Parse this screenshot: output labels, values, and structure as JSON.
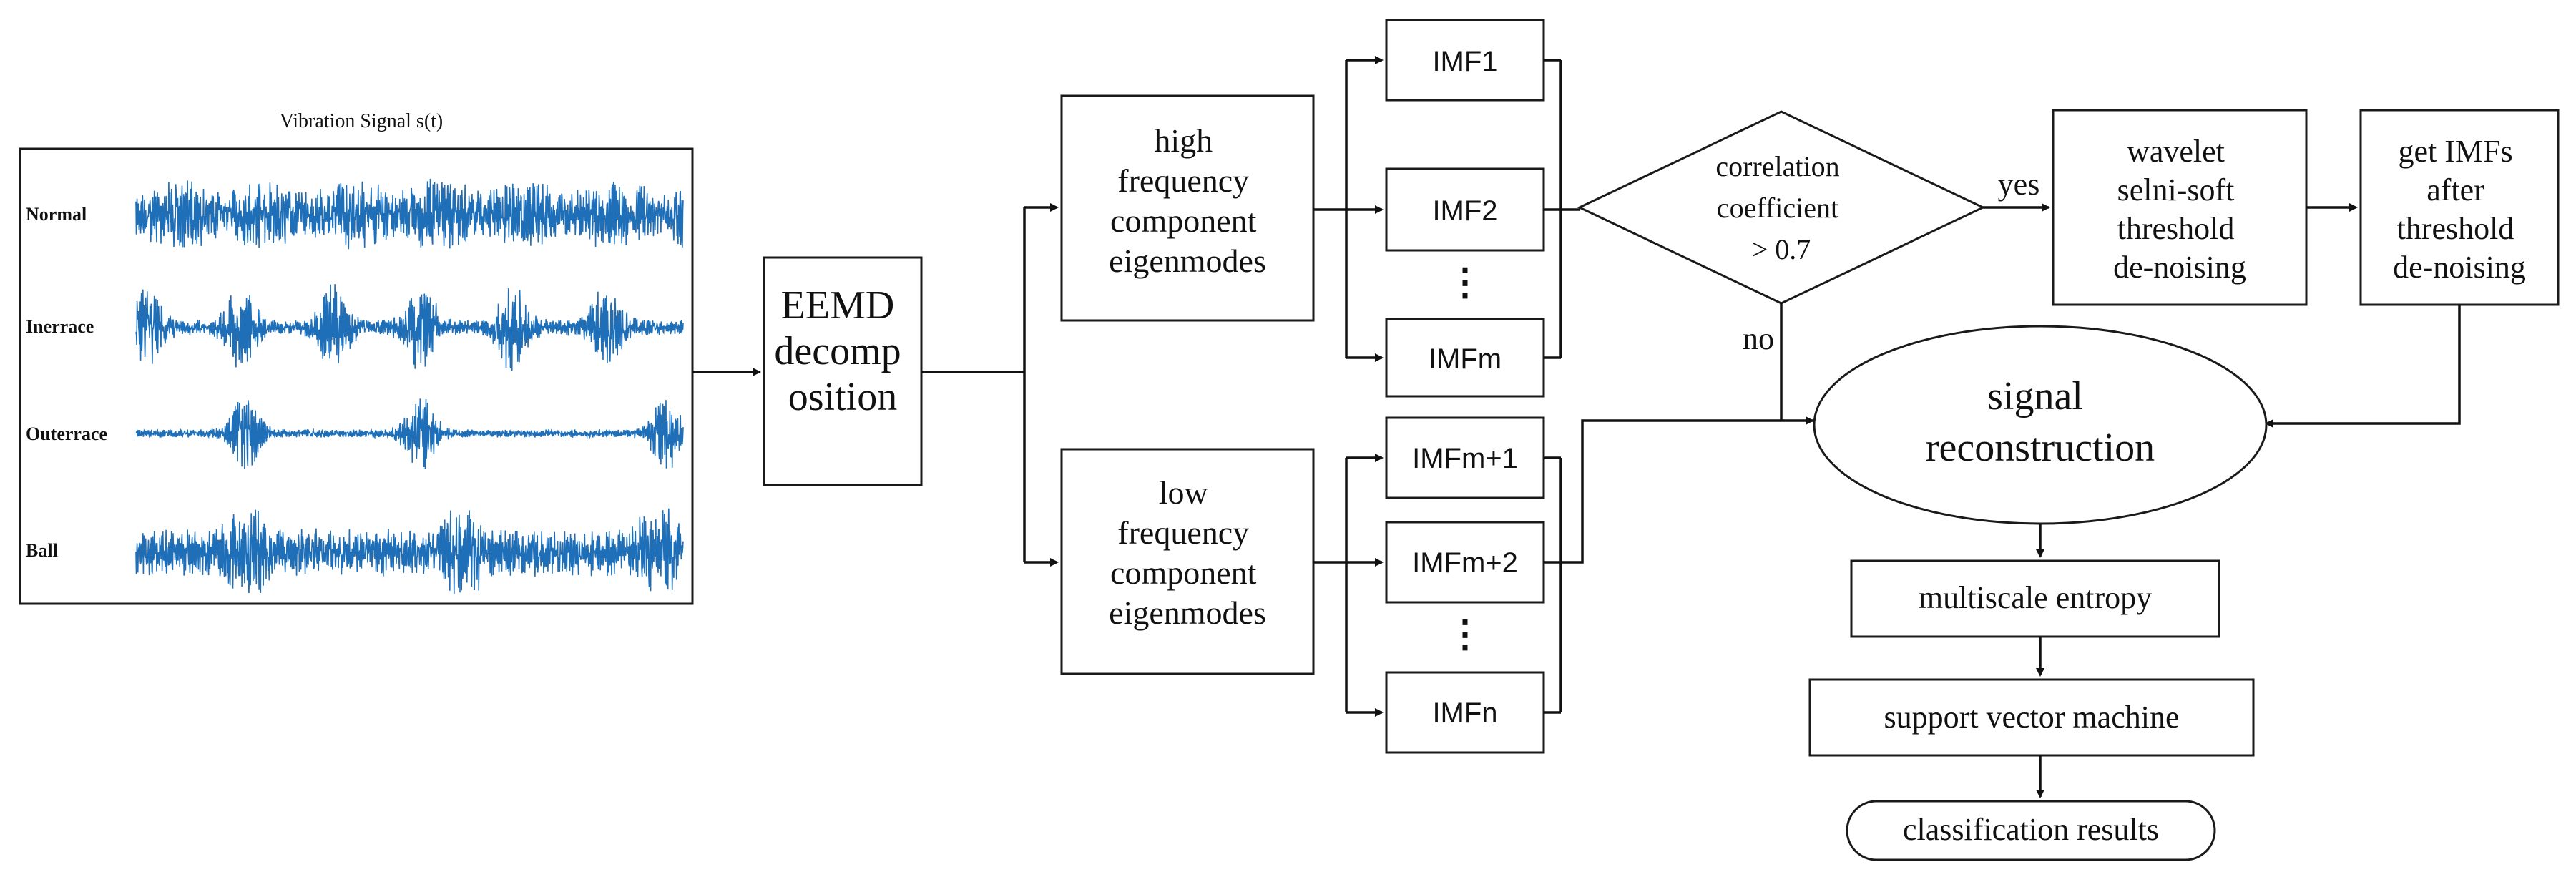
{
  "signal_panel": {
    "title": "Vibration Signal  s(t)",
    "rows": [
      {
        "label": "Normal"
      },
      {
        "label": "Inerrace"
      },
      {
        "label": "Outerrace"
      },
      {
        "label": "Ball"
      }
    ],
    "waveform_color": "#1f6fb8"
  },
  "nodes": {
    "eemd": [
      "EEMD",
      "decomp",
      "osition"
    ],
    "high_freq": [
      "high",
      "frequency",
      "component",
      "eigenmodes"
    ],
    "low_freq": [
      "low",
      "frequency",
      "component",
      "eigenmodes"
    ],
    "imf_high": [
      "IMF1",
      "IMF2",
      "IMFm"
    ],
    "imf_low": [
      "IMFm+1",
      "IMFm+2",
      "IMFn"
    ],
    "ellipsis": "⋮",
    "decision": [
      "correlation",
      "coefficient",
      "> 0.7"
    ],
    "yes_label": "yes",
    "no_label": "no",
    "wavelet": [
      "wavelet",
      "selni-soft",
      "threshold",
      "de-noising"
    ],
    "get_imfs": [
      "get IMFs",
      "after",
      "threshold",
      "de-noising"
    ],
    "reconstruction": [
      "signal",
      "reconstruction"
    ],
    "entropy": "multiscale entropy",
    "svm": "support vector machine",
    "results": "classification results"
  },
  "colors": {
    "line": "#111111",
    "waveform": "#1f6fb8"
  }
}
